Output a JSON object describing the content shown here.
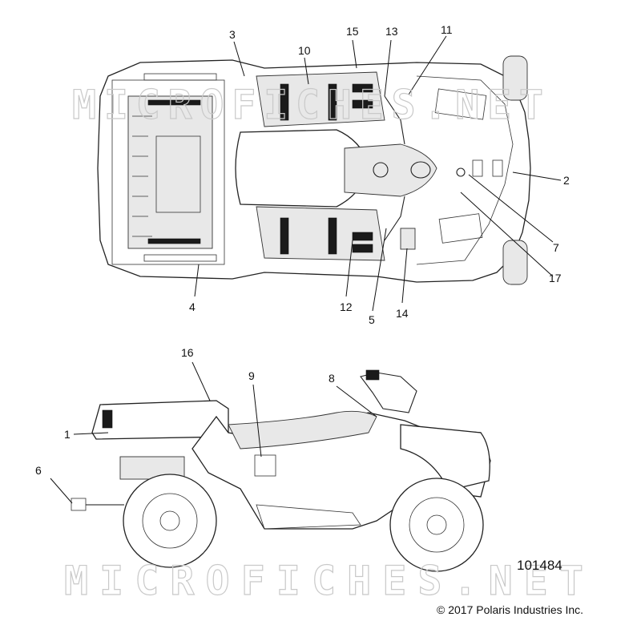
{
  "diagram": {
    "id_number": "101484",
    "copyright": "© 2017 Polaris Industries Inc.",
    "watermark": "MICROFICHES.NET"
  },
  "callouts": {
    "top_view": [
      {
        "num": "3"
      },
      {
        "num": "10"
      },
      {
        "num": "15"
      },
      {
        "num": "13"
      },
      {
        "num": "11"
      },
      {
        "num": "2"
      },
      {
        "num": "7"
      },
      {
        "num": "17"
      },
      {
        "num": "4"
      },
      {
        "num": "12"
      },
      {
        "num": "5"
      },
      {
        "num": "14"
      }
    ],
    "side_view": [
      {
        "num": "16"
      },
      {
        "num": "9"
      },
      {
        "num": "8"
      },
      {
        "num": "1"
      },
      {
        "num": "6"
      }
    ]
  },
  "colors": {
    "line": "#222222",
    "watermark": "#c9c9c9",
    "decal_dark": "#1a1a1a"
  }
}
